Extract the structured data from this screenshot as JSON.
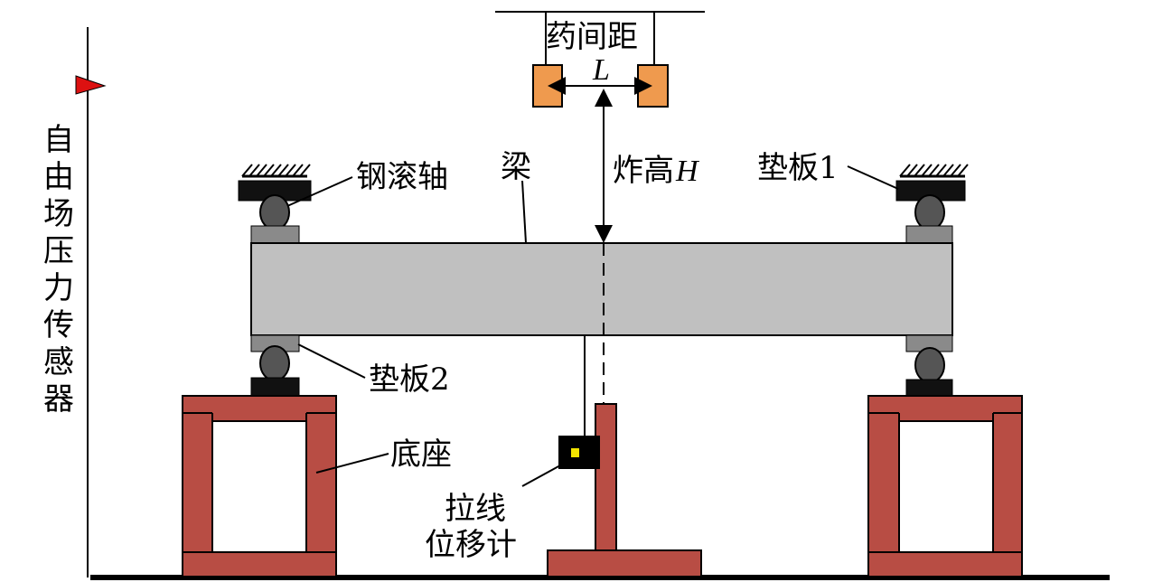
{
  "colors": {
    "beam_fill": "#c0c0c0",
    "plate_gray": "#8a8a8a",
    "plate_black": "#111111",
    "roller_fill": "#555555",
    "base_fill": "#b84d44",
    "charge_fill": "#ef9a4e",
    "sensor_flag": "#dd1111",
    "lvdt_indicator": "#f3e500"
  },
  "labels": {
    "charge_spacing": "药间距",
    "spacing_symbol": "L",
    "beam": "梁",
    "burst_height": "炸高",
    "height_symbol": "H",
    "steel_roller": "钢滚轴",
    "pad_plate_1": "垫板1",
    "pad_plate_2": "垫板2",
    "base": "底座",
    "displacement_meter_line1": "拉线",
    "displacement_meter_line2": "位移计",
    "pressure_sensor_chars": [
      "自",
      "由",
      "场",
      "压",
      "力",
      "传",
      "感",
      "器"
    ]
  },
  "icons": {
    "support_hatch": "ground-hatch-icon",
    "sensor_flag": "flag-icon",
    "roller": "roller-icon",
    "dimension_arrow": "double-arrow-icon"
  }
}
